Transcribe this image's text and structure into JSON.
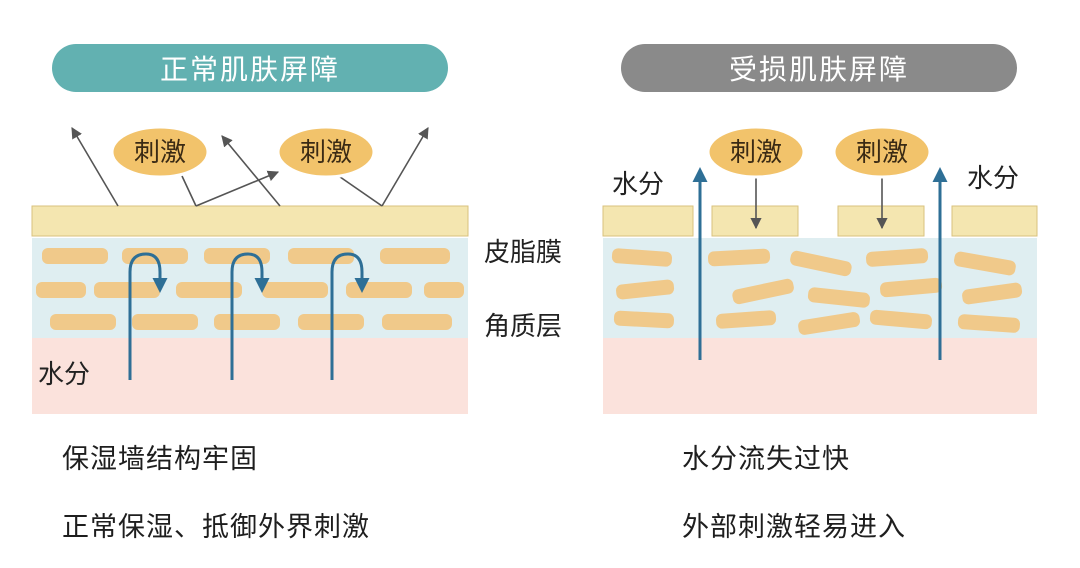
{
  "panels": {
    "normal": {
      "title": "正常肌肤屏障",
      "stimulus_label": "刺激",
      "water_label": "水分",
      "captions": [
        "保湿墙结构牢固",
        "正常保湿、抵御外界刺激"
      ]
    },
    "damaged": {
      "title": "受损肌肤屏障",
      "stimulus_label": "刺激",
      "water_label": "水分",
      "captions": [
        "水分流失过快",
        "外部刺激轻易进入"
      ]
    }
  },
  "layer_labels": {
    "sebum_film": "皮脂膜",
    "stratum_corneum": "角质层"
  },
  "colors": {
    "normal_title_bg": "#62b1b1",
    "damaged_title_bg": "#8a8a8a",
    "sebum_film": "#f4e6b0",
    "stratum_corneum_bg": "#dfeef1",
    "corneocyte": "#f0c98a",
    "dermis": "#fbe2dc",
    "stimulus_fill": "#f2c36b",
    "arrow_blue": "#2e6f96"
  }
}
